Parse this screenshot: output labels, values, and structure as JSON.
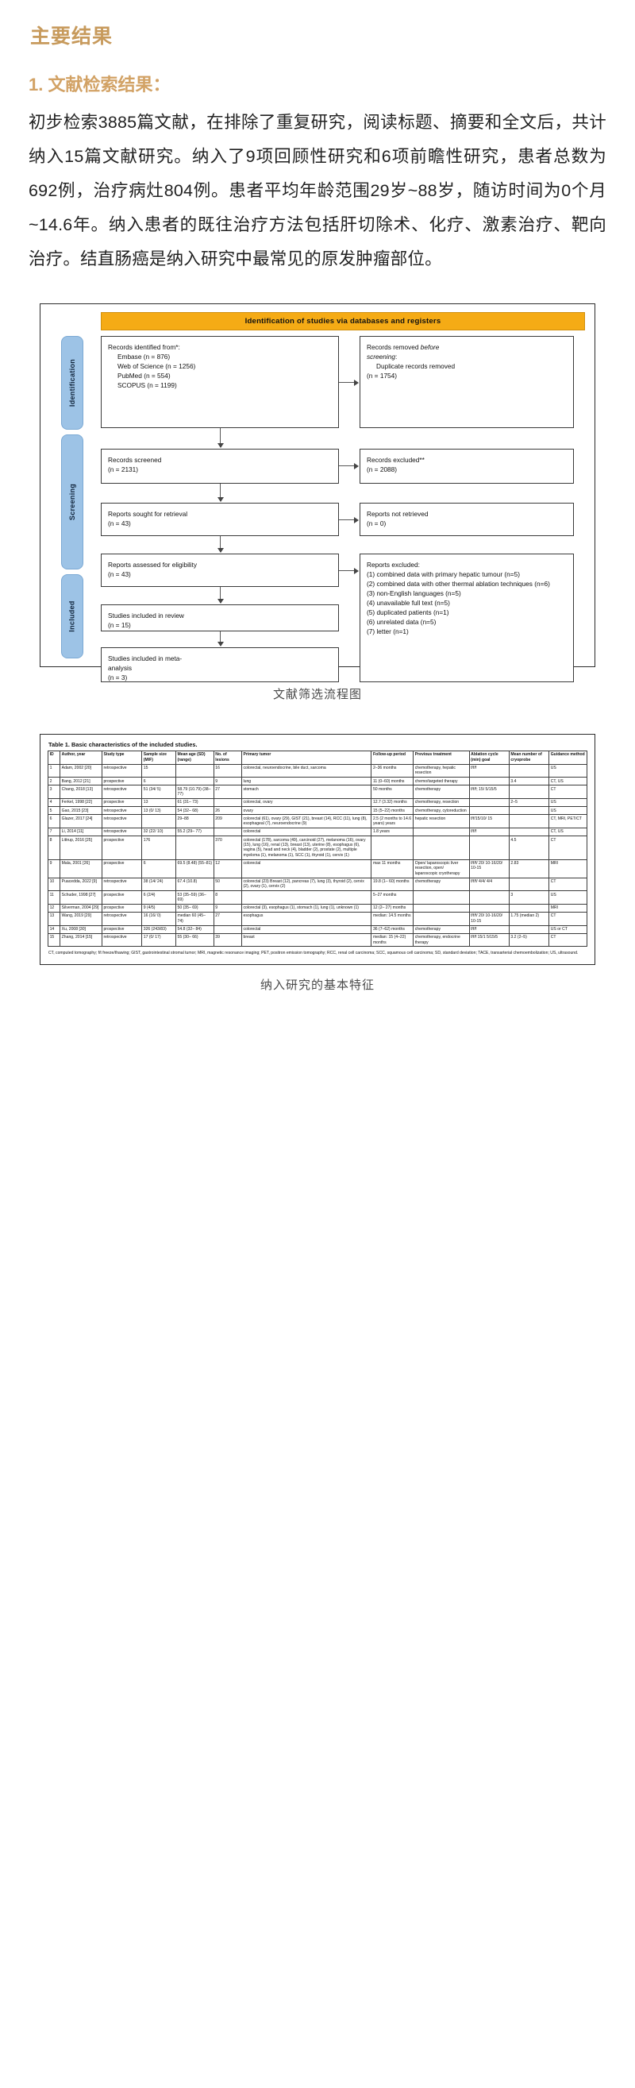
{
  "section": {
    "title": "主要结果",
    "subtitle": "1. 文献检索结果：",
    "paragraph": "初步检索3885篇文献，在排除了重复研究，阅读标题、摘要和全文后，共计纳入15篇文献研究。纳入了9项回顾性研究和6项前瞻性研究，患者总数为692例，治疗病灶804例。患者平均年龄范围29岁~88岁，随访时间为0个月~14.6年。纳入患者的既往治疗方法包括肝切除术、化疗、激素治疗、靶向治疗。结直肠癌是纳入研究中最常见的原发肿瘤部位。"
  },
  "colors": {
    "heading": "#c79a5c",
    "subheading": "#d2a265",
    "banner": "#f5ab15",
    "rail": "#9dc3e6",
    "text": "#222222"
  },
  "prisma": {
    "caption": "文献筛选流程图",
    "banner": "Identification of studies via databases and registers",
    "rails": [
      {
        "label": "Identification"
      },
      {
        "label": "Screening"
      },
      {
        "label": "Included"
      }
    ],
    "boxes": {
      "identified": {
        "lead": "Records identified from*:",
        "items": [
          "Embase (n = 876)",
          "Web of Science (n = 1256)",
          "PubMed (n = 554)",
          "SCOPUS (n = 1199)"
        ]
      },
      "removed": {
        "line1": "Records removed ",
        "em1": "before",
        "line2": "screening",
        "line2b": ":",
        "items": [
          "Duplicate records removed",
          "(n = 1754)"
        ]
      },
      "screened": {
        "line1": "Records screened",
        "line2": "(n = 2131)"
      },
      "excluded": {
        "line1": "Records excluded**",
        "line2": "(n = 2088)"
      },
      "sought": {
        "line1": "Reports sought for retrieval",
        "line2": "(n = 43)"
      },
      "notretrieved": {
        "line1": "Reports not retrieved",
        "line2": "(n = 0)"
      },
      "assessed": {
        "line1": "Reports assessed for eligibility",
        "line2": "(n = 43)"
      },
      "reports_excluded": {
        "lead": "Reports excluded:",
        "items": [
          "(1) combined data with primary hepatic tumour (n=5)",
          "(2) combined data with other thermal ablation techniques (n=6)",
          "(3) non-English languages (n=5)",
          "(4) unavailable full text (n=5)",
          "(5) duplicated patients (n=1)",
          "(6) unrelated data (n=5)",
          "(7) letter (n=1)"
        ]
      },
      "review": {
        "line1": "Studies included in review",
        "line2": "(n = 15)"
      },
      "meta": {
        "line1": "Studies included in meta-",
        "line2": "analysis",
        "line3": "(n = 3)"
      }
    }
  },
  "table": {
    "caption": "纳入研究的基本特征",
    "title": "Table 1.  Basic characteristics of the included studies.",
    "columns": [
      "ID",
      "Author, year",
      "Study type",
      "Sample size (M/F)",
      "Mean age (SD) (range)",
      "No. of lesions",
      "Primary tumor",
      "Follow-up period",
      "Previous treatment",
      "Ablation cycle (min) goal",
      "Mean number of cryoprobe",
      "Guidance method"
    ],
    "rows": [
      [
        "1",
        "Adam, 2002 [20]",
        "retrospective",
        "15",
        "",
        "16",
        "colorectal, neuroendocrine, bile duct, sarcoma",
        "2–36 months",
        "chemotherapy, hepatic resection",
        "f/f/f",
        "",
        "US"
      ],
      [
        "2",
        "Bang, 2012 [21]",
        "prospective",
        "6",
        "",
        "9",
        "lung",
        "11 (0–60) months",
        "chemo/targeted therapy",
        "",
        "3.4",
        "CT, US"
      ],
      [
        "3",
        "Chang, 2018 [13]",
        "retrospective",
        "51 (34/ 5)",
        "58.79 (10.79) (38–77)",
        "27",
        "stomach",
        "50 months",
        "chemotherapy",
        "f/f/f; 15/ 5/15/5",
        "",
        "CT"
      ],
      [
        "4",
        "Ferkel, 1998 [22]",
        "prospective",
        "13",
        "61 (31– 73)",
        "",
        "colorectal, ovary",
        "12.7 (3.32) months",
        "chemotherapy, resection",
        "",
        "2–5",
        "US"
      ],
      [
        "5",
        "Gao, 2015 [23]",
        "retrospective",
        "13 (0/ 13)",
        "54 (32– 68)",
        "26",
        "ovary",
        "15 (5–22) months",
        "chemotherapy, cytoreduction",
        "",
        "",
        "US"
      ],
      [
        "6",
        "Glazer, 2017 [24]",
        "retrospective",
        "",
        "29–88",
        "209",
        "colorectal (61), ovary (29), GIST (21), breast (14), RCC (11), lung (8), esophageal (7), neuroendocrine (9)",
        "2.5 (2 months to 14.6 years) years",
        "hepatic resection",
        "f/f/15/10/ 15",
        "",
        "CT, MRI, PET/CT"
      ],
      [
        "7",
        "Li, 2014 [11]",
        "retrospective",
        "32 (22/ 10)",
        "55.2 (29– 77)",
        "",
        "colorectal",
        "1.8 years",
        "",
        "f/f/f",
        "",
        "CT, US"
      ],
      [
        "8",
        "Littrup, 2016 [25]",
        "prospective",
        "176",
        "",
        "370",
        "colorectal (178), sarcoma (49), carcinoid (27), melanoma (16), ovary (15), lung (16), renal (13), breast (13), uterine (8), esophagus (6), vagina (5), head and neck (4), bladder (2), prostate (2), multiple myeloma (1), melanoma (1), SCC (1), thyroid (1), cervix (1)",
        "",
        "",
        "",
        "4.5",
        "CT"
      ],
      [
        "9",
        "Mala, 2001 [26]",
        "prospective",
        "6",
        "69.5 (8.48) (55–81)",
        "12",
        "colorectal",
        "max 11 months",
        "Open/ laparoscopic liver resection, open/ laparoscopic cryotherapy",
        "f/f/f/ 20/ 10-16/20/ 10-15",
        "2.83",
        "MRI"
      ],
      [
        "10",
        "Puacedda, 2022 [9]",
        "retrospective",
        "38 (14/ 24)",
        "67.4 (10.8)",
        "50",
        "colorectal (23) Breast (12), pancreas (7), lung (3), thyroid (2), cervix (2), ovary (1), cervix (2)",
        "19.8 (1– 60) months",
        "chemotherapy",
        "f/f/f/ 4/4/ 4/4",
        "",
        "CT"
      ],
      [
        "11",
        "Schuder, 1998 [27]",
        "prospective",
        "6 (2/4)",
        "53 (35–59) (36–69)",
        "8",
        "",
        "5–27 months",
        "",
        "",
        "3",
        "US"
      ],
      [
        "12",
        "Silverman, 2004 [29]",
        "prospective",
        "9 (4/5)",
        "50 (35– 69)",
        "9",
        "colorectal (3), esophagus (1), stomach (1), lung (1), unknown (1)",
        "12 (2– 27) months",
        "",
        "",
        "",
        "MRI"
      ],
      [
        "13",
        "Wang, 2019 [29]",
        "retrospective",
        "16 (16/ 0)",
        "median 60 (45– 74)",
        "27",
        "esophagus",
        "median: 14.5 months",
        "",
        "f/f/f/ 20/ 10-16/20/ 10-15",
        "1.75 (median 2)",
        "CT"
      ],
      [
        "14",
        "Xu, 2008 [30]",
        "prospective",
        "326 (243/83)",
        "54.8 (32– 84)",
        "",
        "colorectal",
        "36 (7–62) months",
        "chemotherapy",
        "f/f/f",
        "",
        "US or CT"
      ],
      [
        "15",
        "Zhang, 2014 [15]",
        "retrospective",
        "17 (0/ 17)",
        "55 (30– 66)",
        "39",
        "breast",
        "median: 15 (4–22) months",
        "chemotherapy, endocrine therapy",
        "f/f/f 15/1 5/15/5",
        "3.2 (2–5)",
        "CT"
      ]
    ],
    "footnote": "CT, computed tomography; f/t freeze/thawing; GIST, gastrointestinal stromal tumor; MRI, magnetic resonance imaging; PET, positron emission tomography; RCC, renal cell carcinoma; SCC, squamous cell carcinoma; SD, standard deviation; TACE, transarterial chemoembolization; US, ultrasound."
  }
}
